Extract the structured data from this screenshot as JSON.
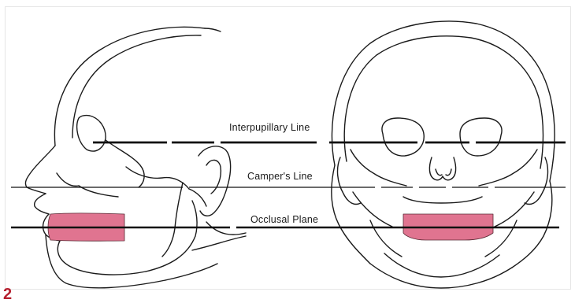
{
  "diagram": {
    "labels": {
      "interpupillary": "Interpupillary Line",
      "campers": "Camper's Line",
      "occlusal": "Occlusal Plane"
    },
    "figure_number": "2",
    "colors": {
      "occlusal_rim": "#e07490",
      "line": "#111111",
      "figure_number": "#b51f2e"
    }
  }
}
